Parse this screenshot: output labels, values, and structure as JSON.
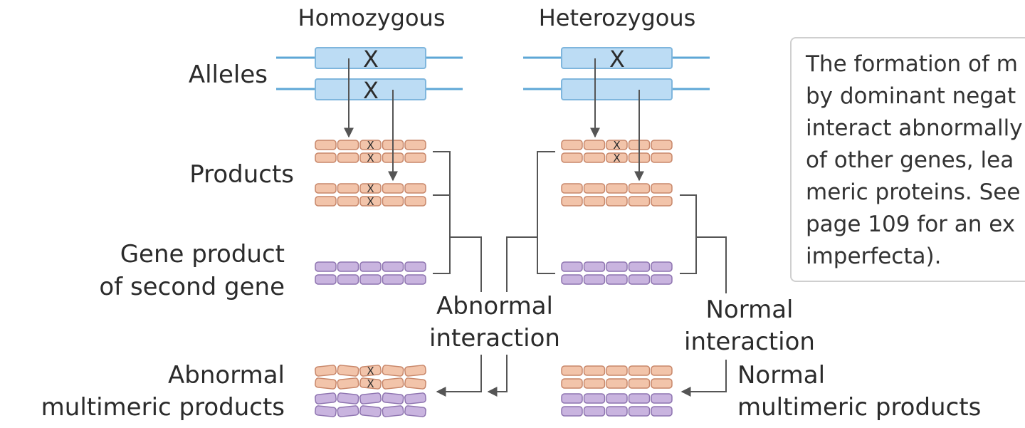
{
  "headers": {
    "homozygous": "Homozygous",
    "heterozygous": "Heterozygous"
  },
  "row_labels": {
    "alleles": "Alleles",
    "products": "Products",
    "second_gene": [
      "Gene product",
      "of second gene"
    ],
    "abnormal_multimeric": [
      "Abnormal",
      "multimeric products"
    ]
  },
  "interaction_labels": {
    "abnormal": [
      "Abnormal",
      "interaction"
    ],
    "normal": [
      "Normal",
      "interaction"
    ]
  },
  "normal_multimeric": [
    "Normal",
    "multimeric products"
  ],
  "mutation_mark": "X",
  "caption": "The formation of m\nby dominant negat\ninteract abnormally\nof other genes, lea\nmeric proteins. See\npage 109 for an ex\nimperfecta).",
  "colors": {
    "allele_fill": "#bcdcf4",
    "allele_line": "#5ea7d6",
    "product_fill": "#f2c4aa",
    "product_stroke": "#c8876a",
    "second_fill": "#c9b4df",
    "second_stroke": "#8e74b0",
    "connector": "#555555"
  }
}
